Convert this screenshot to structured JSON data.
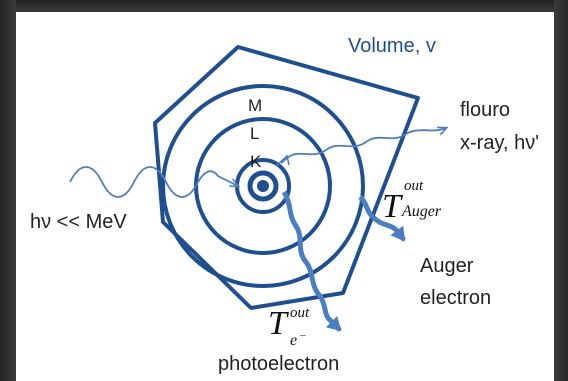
{
  "labels": {
    "volume": "Volume, v",
    "shell_m": "M",
    "shell_l": "L",
    "shell_k": "K",
    "fluoro_line1": "flouro",
    "fluoro_line2": "x-ray, hν'",
    "incoming": "hν << MeV",
    "auger_T": "T",
    "auger_sup": "out",
    "auger_sub": "Auger",
    "auger_line1": "Auger",
    "auger_line2": "electron",
    "photo_T": "T",
    "photo_sup": "out",
    "photo_sub": "e",
    "photo_sub_sign": "−",
    "photoelectron": "photoelectron"
  },
  "colors": {
    "outline": "#1f4f8f",
    "photon": "#4f7fbf",
    "electron": "#4a7ec0",
    "volume_text": "#1f4f8f"
  },
  "icons": [
    "nucleus-icon"
  ]
}
